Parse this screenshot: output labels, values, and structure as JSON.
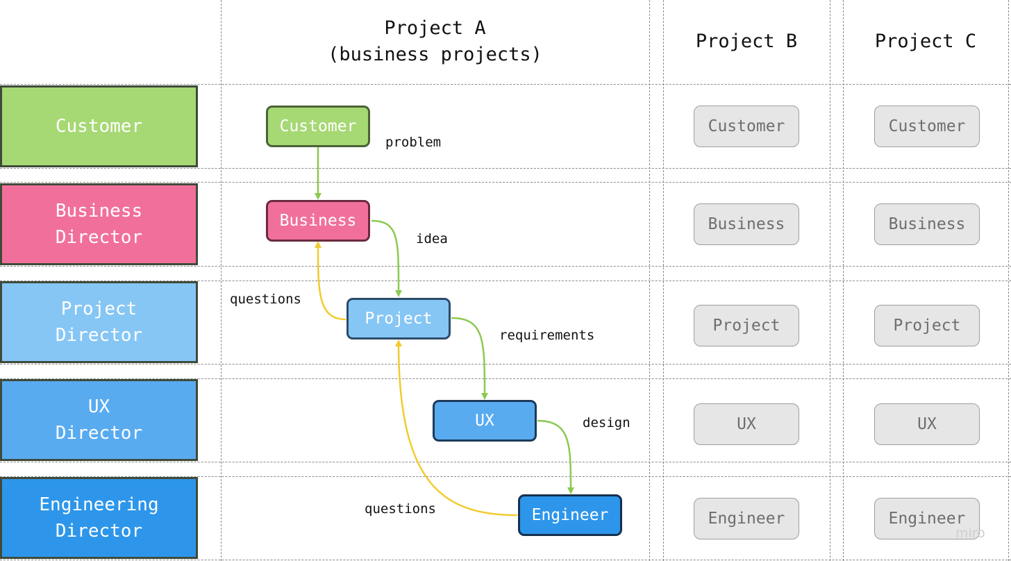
{
  "header": {
    "project_a": "Project A\n(business projects)",
    "project_b": "Project B",
    "project_c": "Project C"
  },
  "roles": [
    {
      "label": "Customer",
      "color": "#a6d874"
    },
    {
      "label": "Business\nDirector",
      "color": "#f1709b"
    },
    {
      "label": "Project\nDirector",
      "color": "#86c6f4"
    },
    {
      "label": "UX\nDirector",
      "color": "#59abf0"
    },
    {
      "label": "Engineering\nDirector",
      "color": "#2d96ea"
    }
  ],
  "flow_nodes": {
    "customer": {
      "label": "Customer",
      "color": "#a6d874",
      "border": "#4a6236"
    },
    "business": {
      "label": "Business",
      "color": "#f1709b",
      "border": "#6b2b3e"
    },
    "project": {
      "label": "Project",
      "color": "#86c6f4",
      "border": "#2b4a6b"
    },
    "ux": {
      "label": "UX",
      "color": "#59abf0",
      "border": "#1d3a5a"
    },
    "engineer": {
      "label": "Engineer",
      "color": "#2d96ea",
      "border": "#16304e"
    }
  },
  "edges": [
    {
      "from": "customer",
      "to": "business",
      "label": "problem",
      "color": "#8bc950"
    },
    {
      "from": "business",
      "to": "project",
      "label": "idea",
      "color": "#8bc950"
    },
    {
      "from": "project",
      "to": "business",
      "label": "questions",
      "color": "#f2cb2e"
    },
    {
      "from": "project",
      "to": "ux",
      "label": "requirements",
      "color": "#8bc950"
    },
    {
      "from": "ux",
      "to": "engineer",
      "label": "design",
      "color": "#8bc950"
    },
    {
      "from": "engineer",
      "to": "project",
      "label": "questions",
      "color": "#f2cb2e"
    }
  ],
  "ghost_nodes": {
    "project_b": [
      "Customer",
      "Business",
      "Project",
      "UX",
      "Engineer"
    ],
    "project_c": [
      "Customer",
      "Business",
      "Project",
      "UX",
      "Engineer"
    ]
  },
  "watermark": "miro"
}
